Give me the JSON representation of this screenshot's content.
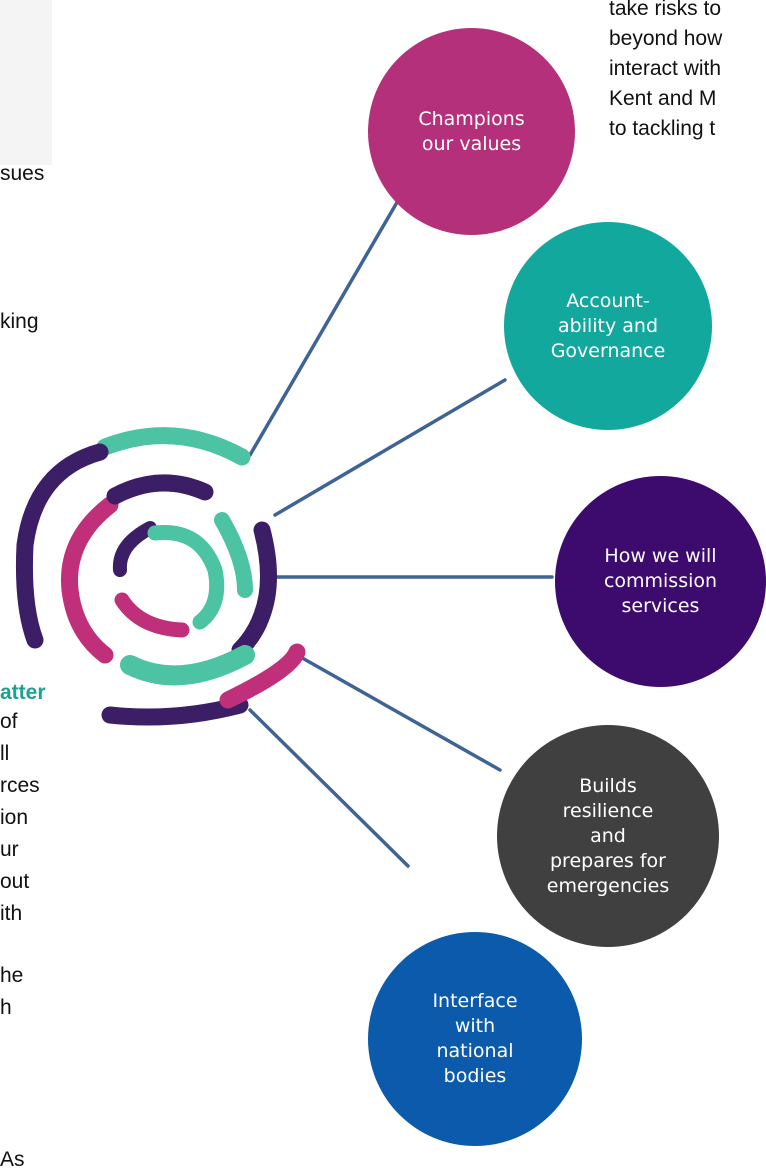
{
  "left_text": {
    "frag_1": "sues",
    "frag_2": "king",
    "frag_3": "atter",
    "frag_4": "of",
    "frag_5": "ll",
    "frag_6": "rces",
    "frag_7": "ion",
    "frag_8": "ur",
    "frag_9": "out",
    "frag_10": "ith",
    "frag_11": "he",
    "frag_12": "h",
    "frag_13": "As"
  },
  "top_right_text": {
    "line_1": "take risks to",
    "line_2": "beyond how",
    "line_3": "interact with",
    "line_4": "Kent and M",
    "line_5": "to tackling t"
  },
  "nodes": [
    {
      "label_lines": [
        "Champions",
        "our values"
      ],
      "color": "#b5307a"
    },
    {
      "label_lines": [
        "Account-",
        "ability  and",
        "Governance"
      ],
      "color": "#13a89e"
    },
    {
      "label_lines": [
        "How we will",
        "commission",
        "services"
      ],
      "color": "#3d0a6e"
    },
    {
      "label_lines": [
        "Builds",
        "resilience",
        "and",
        "prepares for",
        "emergencies"
      ],
      "color": "#404040"
    },
    {
      "label_lines": [
        "Interface",
        "with",
        "national",
        "bodies"
      ],
      "color": "#0b5aab"
    }
  ],
  "colors": {
    "connector": "#3e6496",
    "ring_teal": "#4cc3a3",
    "ring_magenta": "#c0307a",
    "ring_purple": "#3b1e66"
  }
}
